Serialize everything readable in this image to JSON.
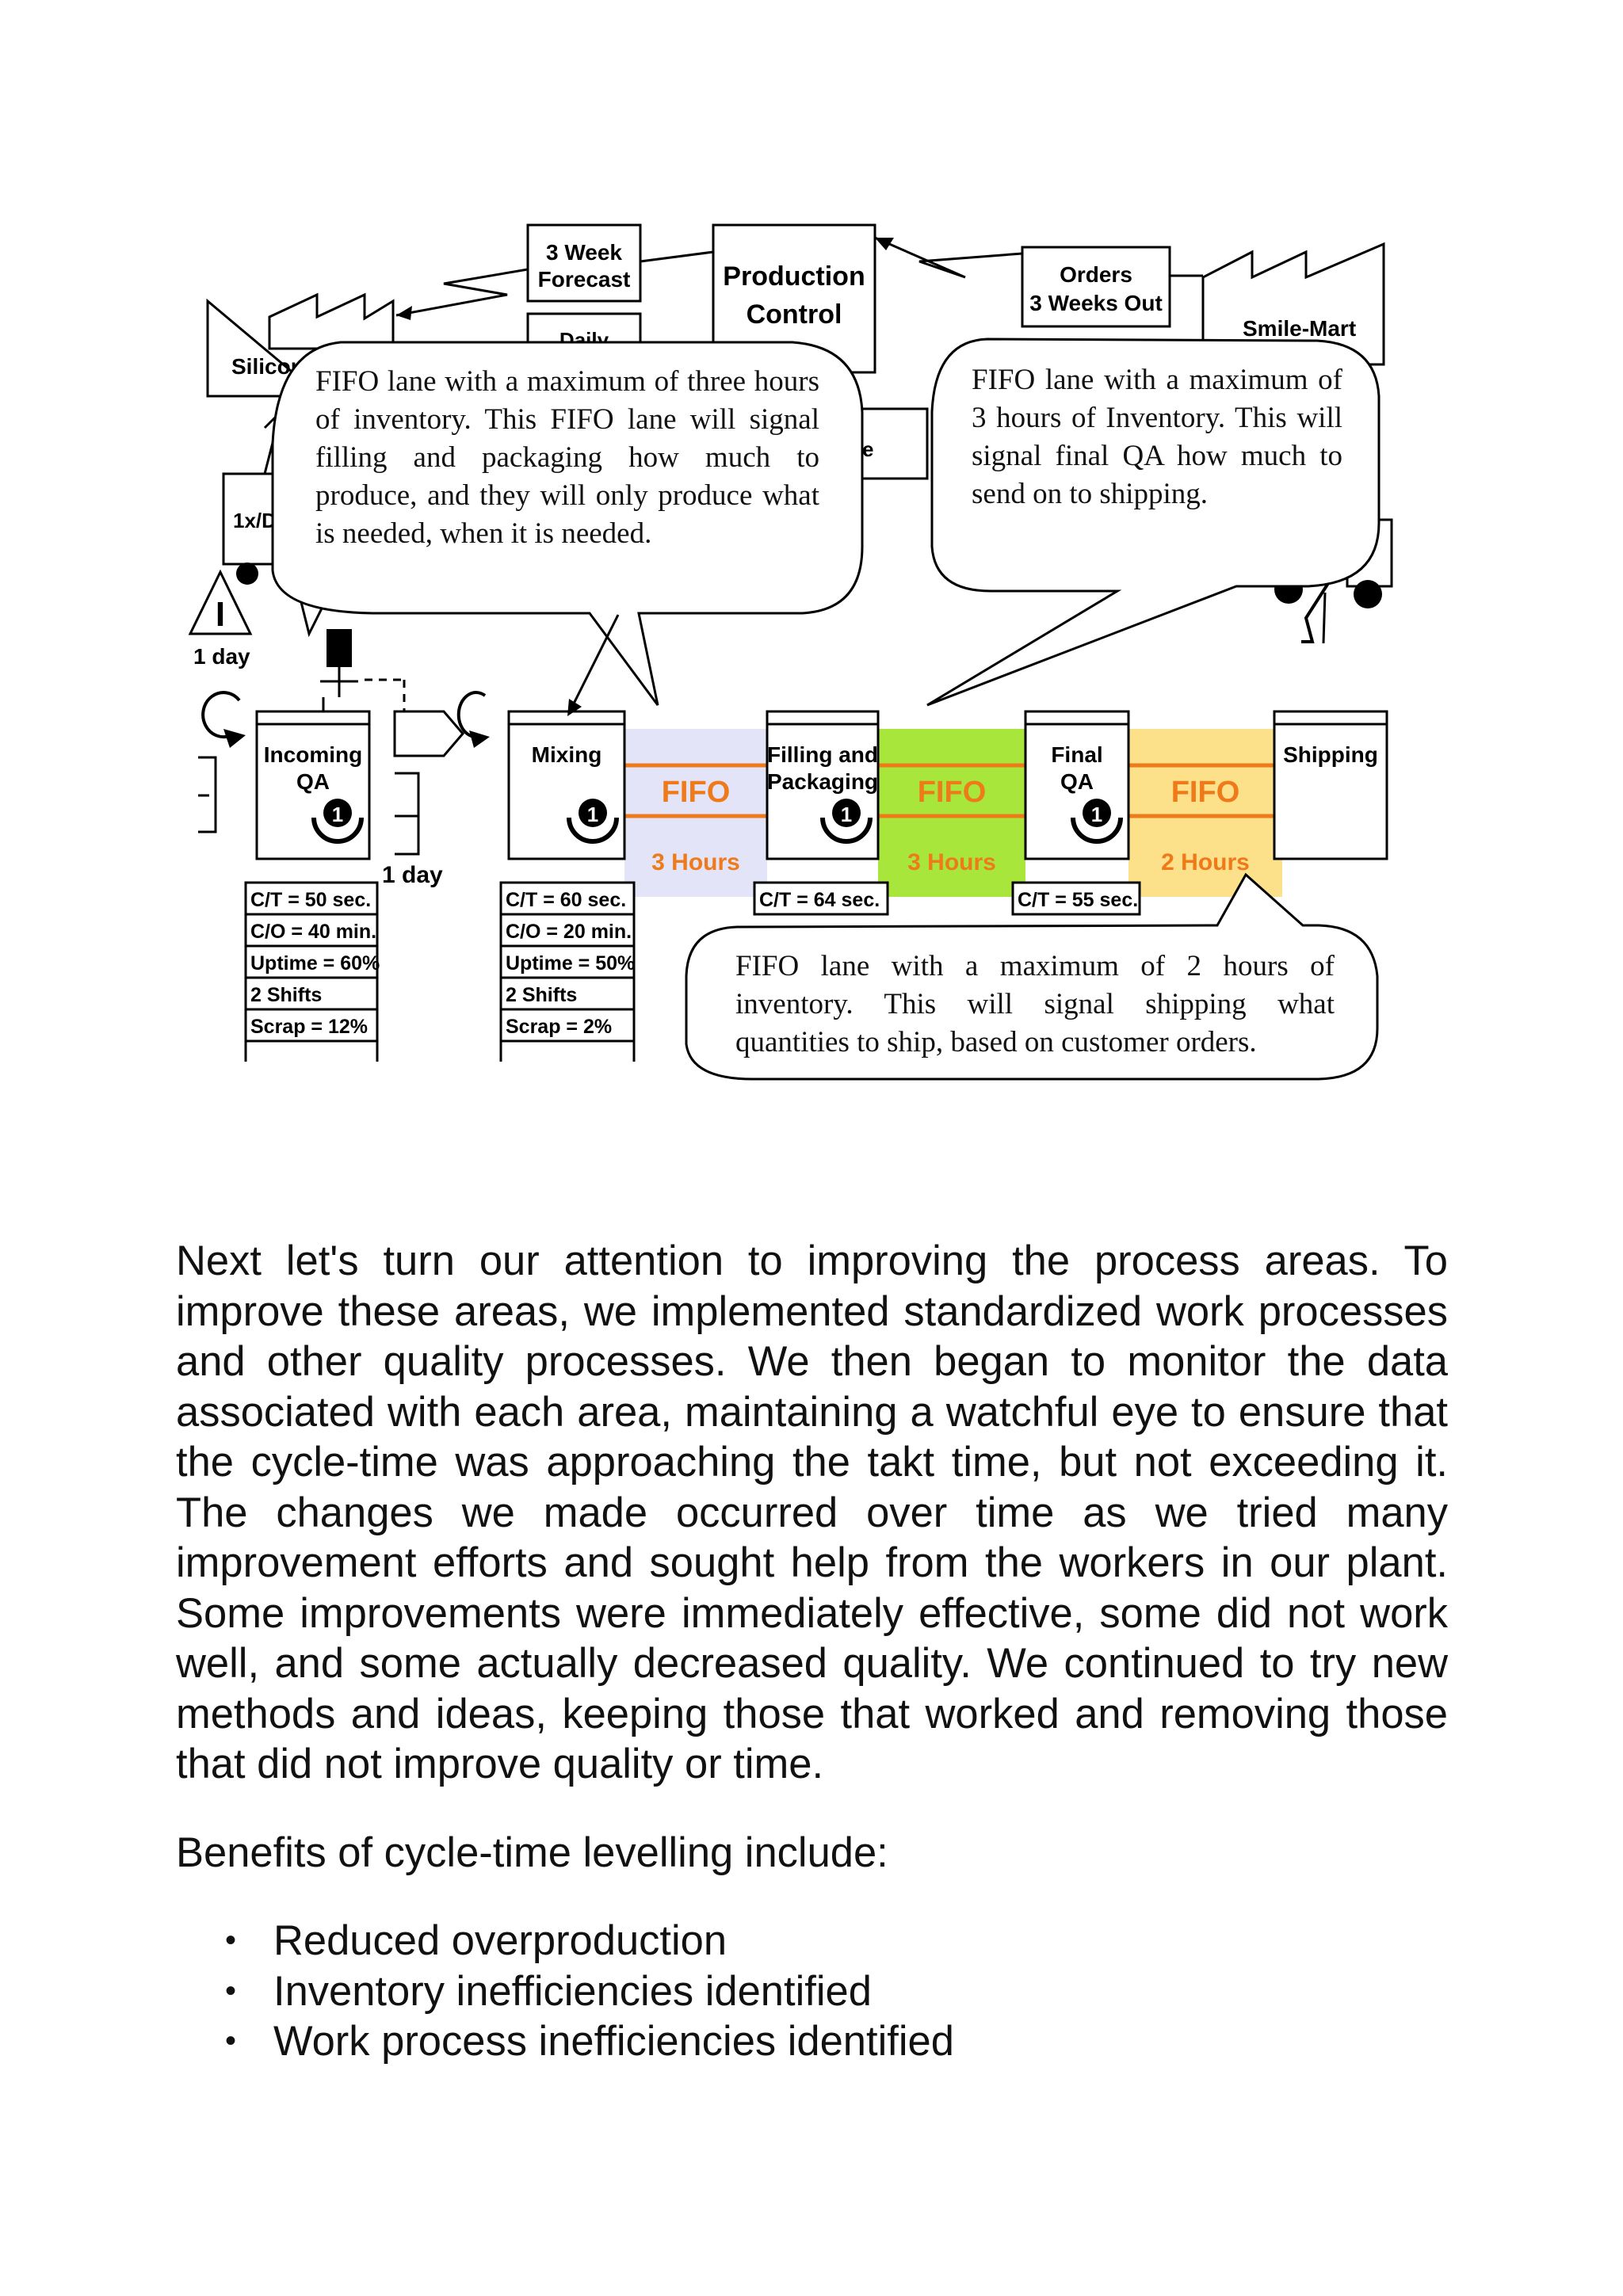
{
  "diagram": {
    "suppliers": {
      "left_label": "Silicon",
      "right_label": "Smile-Mart"
    },
    "top_boxes": {
      "forecast_line1": "3 Week",
      "forecast_line2": "Forecast",
      "daily": "Daily",
      "production_control_line1": "Production",
      "production_control_line2": "Control",
      "orders_line1": "Orders",
      "orders_line2": "3 Weeks Out",
      "schedule_fragment": "e"
    },
    "trucks": {
      "left_label": "1x/D"
    },
    "inventory": {
      "symbol": "I",
      "days_left": "1 day",
      "days_mid": "1 day"
    },
    "processes": [
      {
        "name_line1": "Incoming",
        "name_line2": "QA",
        "operators": "1"
      },
      {
        "name_line1": "Mixing",
        "name_line2": "",
        "operators": "1"
      },
      {
        "name_line1": "Filling and",
        "name_line2": "Packaging",
        "operators": "1"
      },
      {
        "name_line1": "Final",
        "name_line2": "QA",
        "operators": "1"
      },
      {
        "name_line1": "Shipping",
        "name_line2": "",
        "operators": ""
      }
    ],
    "fifo_lanes": [
      {
        "label": "FIFO",
        "time": "3 Hours",
        "bg": "#e4e4f8",
        "time_color": "#ee7a1a"
      },
      {
        "label": "FIFO",
        "time": "3 Hours",
        "bg": "#a8e63c",
        "time_color": "#ee7a1a"
      },
      {
        "label": "FIFO",
        "time": "2 Hours",
        "bg": "#fde08a",
        "time_color": "#ee7a1a"
      }
    ],
    "data_boxes": {
      "incoming_qa": [
        "C/T = 50 sec.",
        "C/O = 40 min.",
        "Uptime = 60%",
        "2 Shifts",
        "Scrap = 12%"
      ],
      "mixing": [
        "C/T = 60 sec.",
        "C/O = 20 min.",
        "Uptime = 50%",
        "2 Shifts",
        "Scrap = 2%"
      ],
      "filling": [
        "C/T = 64 sec."
      ],
      "final_qa": [
        "C/T = 55 sec."
      ]
    },
    "callouts": {
      "left": "FIFO lane with a maximum of three hours of inventory. This FIFO lane will signal filling and packaging how much to produce, and they will only produce what is needed, when it is needed.",
      "right": "FIFO lane with a maximum of 3 hours of Inventory. This will signal final QA how much to send on to shipping.",
      "bottom": "FIFO lane with a maximum of 2 hours of inventory. This will signal shipping what quantities to ship, based on customer orders."
    },
    "colors": {
      "fifo_line": "#ee7a1a",
      "fifo_text": "#ee7a1a"
    }
  },
  "body": {
    "paragraph1": "Next let's turn our attention to improving the process areas. To improve these areas, we implemented standardized work processes and other quality processes. We then began to monitor the data associated with each area, maintaining a watchful eye to ensure that the cycle-time was approaching the takt time, but not exceeding it. The changes we made occurred over time as we tried many improvement efforts and sought help from the workers in our plant. Some improvements were immediately effective, some did not work well, and some actually decreased quality. We continued to try new methods and ideas, keeping those that worked and removing those that did not improve quality or time.",
    "paragraph2": "Benefits of cycle-time levelling include:",
    "benefits": [
      "Reduced overproduction",
      "Inventory inefficiencies identified",
      "Work process inefficiencies identified"
    ]
  }
}
